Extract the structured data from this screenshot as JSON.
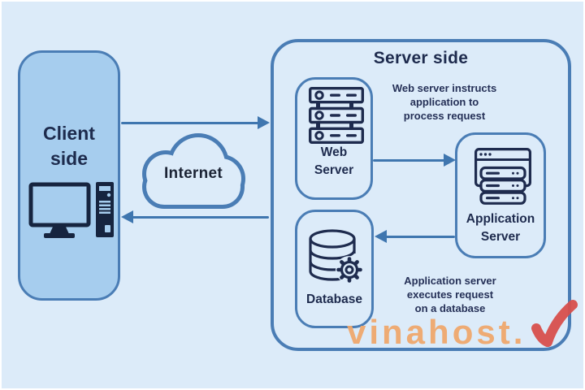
{
  "client": {
    "label_lines": [
      "Client",
      "side"
    ]
  },
  "internet": {
    "label": "Internet"
  },
  "server": {
    "title": "Server side",
    "web_server": {
      "label_lines": [
        "Web",
        "Server"
      ]
    },
    "application_server": {
      "label_lines": [
        "Application",
        "Server"
      ]
    },
    "database": {
      "label": "Database"
    },
    "annotations": {
      "top_lines": [
        "Web server instructs",
        "application to",
        "process request"
      ],
      "bottom_lines": [
        "Application server",
        "executes request",
        "on a database"
      ]
    }
  },
  "watermark": {
    "brand": "vinahost.",
    "mark_icon": "red-check-v-icon"
  },
  "colors": {
    "background": "#dcebf9",
    "client_box_fill": "#a6cdee",
    "outline_blue": "#4a7db5",
    "arrow_blue": "#3f76af",
    "icon_navy": "#1e2b4e",
    "text_navy": "#253057",
    "watermark_orange": "#f0a76b",
    "watermark_red": "#d8504d"
  }
}
